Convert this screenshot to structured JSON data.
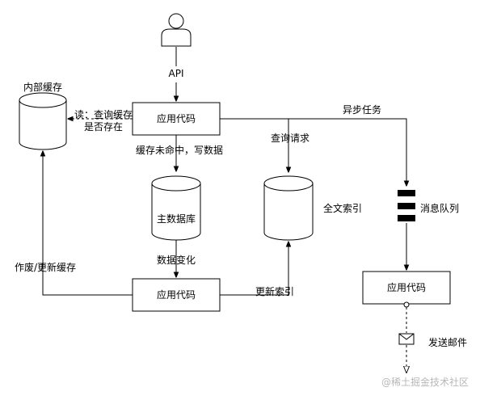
{
  "nodes": {
    "user": "API",
    "app_top": "应用代码",
    "app_bottom": "应用代码",
    "app_right": "应用代码",
    "internal_cache": "内部缓存",
    "main_db": "主数据库",
    "fulltext_index": "全文索引",
    "message_queue": "消息队列",
    "send_email": "发送邮件"
  },
  "edges": {
    "read_cache_line1": "读：查询缓存",
    "read_cache_line2": "是否存在",
    "cache_miss": "缓存未命中，写数据",
    "query_request": "查询请求",
    "async_task": "异步任务",
    "data_change": "数据变化",
    "invalidate_cache": "作废/更新缓存",
    "update_index": "更新索引"
  },
  "watermark": "@稀土掘金技术社区"
}
